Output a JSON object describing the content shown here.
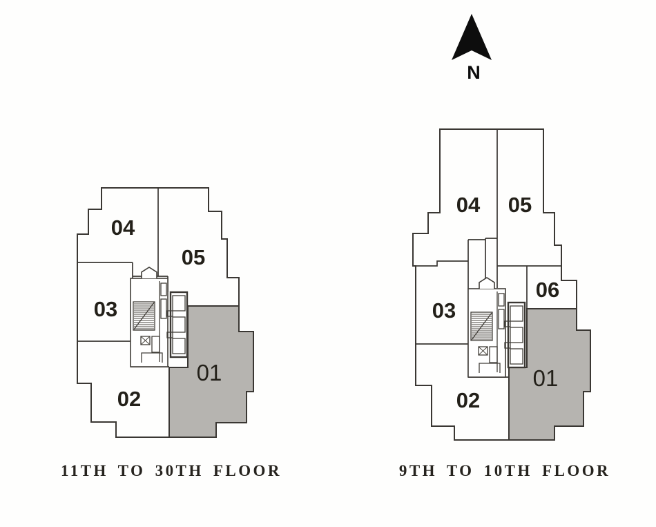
{
  "compass": {
    "label": "N"
  },
  "colors": {
    "highlight_fill": "#b6b4b0",
    "line": "#3a3733",
    "label_text": "#232019"
  },
  "plans": [
    {
      "name": "left-plan",
      "caption": "11TH TO 30TH FLOOR",
      "highlighted_unit": "01",
      "units": [
        {
          "label": "01",
          "highlighted": true
        },
        {
          "label": "02",
          "highlighted": false
        },
        {
          "label": "03",
          "highlighted": false
        },
        {
          "label": "04",
          "highlighted": false
        },
        {
          "label": "05",
          "highlighted": false
        }
      ]
    },
    {
      "name": "right-plan",
      "caption": "9TH TO 10TH FLOOR",
      "highlighted_unit": "01",
      "units": [
        {
          "label": "01",
          "highlighted": true
        },
        {
          "label": "02",
          "highlighted": false
        },
        {
          "label": "03",
          "highlighted": false
        },
        {
          "label": "04",
          "highlighted": false
        },
        {
          "label": "05",
          "highlighted": false
        },
        {
          "label": "06",
          "highlighted": false
        }
      ]
    }
  ]
}
